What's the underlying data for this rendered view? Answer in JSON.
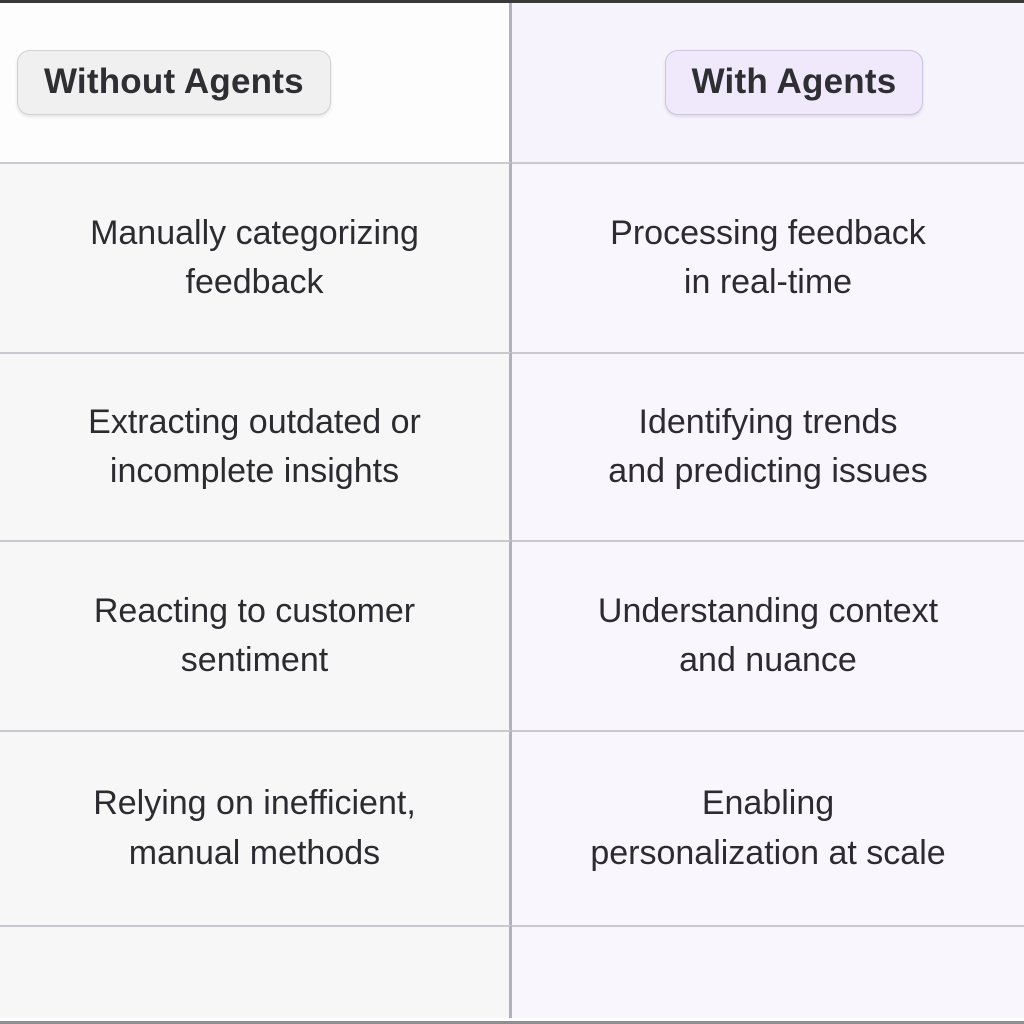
{
  "table": {
    "headers": {
      "left": "Without Agents",
      "right": "With Agents"
    },
    "rows": [
      {
        "left": "Manually categorizing\nfeedback",
        "right": "Processing feedback\nin real-time"
      },
      {
        "left": "Extracting outdated or\nincomplete insights",
        "right": "Identifying trends\nand predicting issues"
      },
      {
        "left": "Reacting to customer\nsentiment",
        "right": "Understanding context\nand nuance"
      },
      {
        "left": "Relying on inefficient,\nmanual methods",
        "right": "Enabling\npersonalization at scale"
      },
      {
        "left": "",
        "right": ""
      }
    ]
  },
  "colors": {
    "left_column_bg": "#f7f7f7",
    "right_column_bg": "#f9f6fd",
    "left_chip_bg": "#f0f0f0",
    "right_chip_bg": "#efe9fb",
    "divider": "#b3b0bb",
    "row_divider": "#c9c9cf",
    "text": "#2b2b30"
  }
}
